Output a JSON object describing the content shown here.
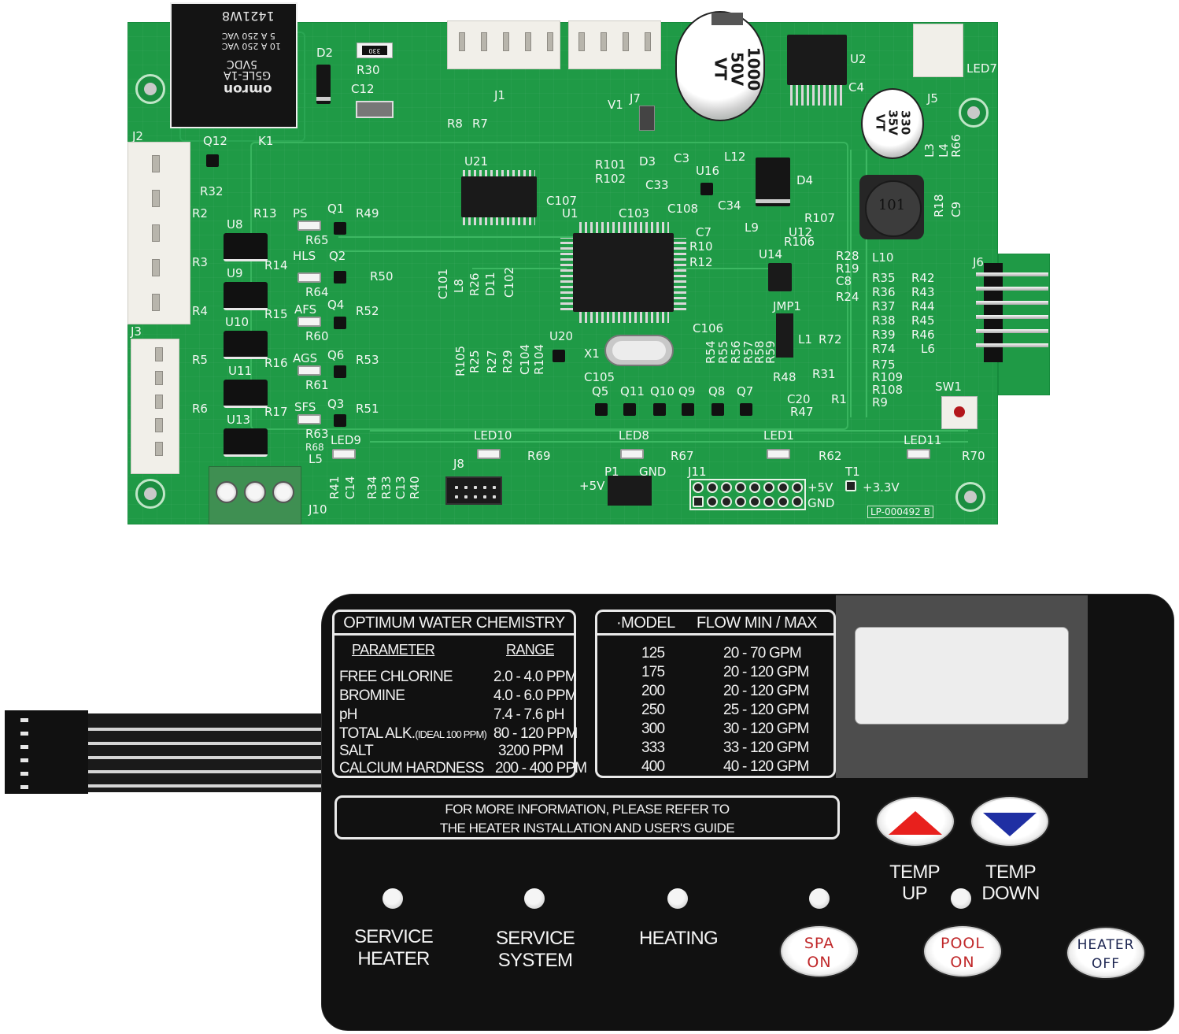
{
  "scene": {
    "description": "Pool heater control PCB and membrane keypad overlay",
    "colors": {
      "pcb_green": "#1f9a46",
      "keypad_black": "#111111",
      "up_arrow_red": "#e8201d",
      "down_arrow_blue": "#1f2fa3",
      "spa_pool_text_red": "#c0282a",
      "heater_off_text_navy": "#1b2450"
    }
  },
  "pcb": {
    "relay": {
      "brand": "omron",
      "model": "G5LE-1A",
      "coil": "5VDC",
      "rating_1": "10 A 250 VAC",
      "rating_2": "5 A 250 VAC",
      "date_code": "1421W8"
    },
    "resistor_r30_marking": "330",
    "cap_large": {
      "value": "1000",
      "voltage": "50V",
      "series": "VT"
    },
    "cap_small": {
      "value": "330",
      "voltage": "35V",
      "series": "VT"
    },
    "inductor_marking": "101",
    "board_id": "LP-000492 B",
    "labels": {
      "K1": "K1",
      "D2": "D2",
      "R30": "R30",
      "C12": "C12",
      "Q12": "Q12",
      "J2": "J2",
      "R32": "R32",
      "J1": "J1",
      "R8": "R8",
      "R7": "R7",
      "V1": "V1",
      "J7": "J7",
      "U2": "U2",
      "C4": "C4",
      "LED7": "LED7",
      "J5": "J5",
      "L3": "L3",
      "L4": "L4",
      "R66": "R66",
      "D3": "D3",
      "C3": "C3",
      "L12": "L12",
      "U16": "U16",
      "D4": "D4",
      "U21": "U21",
      "R101": "R101",
      "R102": "R102",
      "C107": "C107",
      "U1": "U1",
      "C33": "C33",
      "C108": "C108",
      "C34": "C34",
      "C103": "C103",
      "R18": "R18",
      "C9": "C9",
      "R107": "R107",
      "R106": "R106",
      "L9": "L9",
      "U12": "U12",
      "L10": "L10",
      "C7": "C7",
      "R10": "R10",
      "R12": "R12",
      "U14": "U14",
      "R28": "R28",
      "R19": "R19",
      "C8": "C8",
      "R24": "R24",
      "JMP1": "JMP1",
      "L1": "L1",
      "R72": "R72",
      "J6": "J6",
      "R2": "R2",
      "R13": "R13",
      "U8": "U8",
      "R3": "R3",
      "R14": "R14",
      "U9": "U9",
      "R4": "R4",
      "R15": "R15",
      "U10": "U10",
      "R5": "R5",
      "R16": "R16",
      "U11": "U11",
      "R6": "R6",
      "R17": "R17",
      "U13": "U13",
      "J3": "J3",
      "PS": "PS",
      "Q1": "Q1",
      "R49": "R49",
      "R65": "R65",
      "HLS": "HLS",
      "Q2": "Q2",
      "R50": "R50",
      "R64": "R64",
      "AFS": "AFS",
      "Q4": "Q4",
      "R52": "R52",
      "R60": "R60",
      "AGS": "AGS",
      "Q6": "Q6",
      "R53": "R53",
      "R61": "R61",
      "SFS": "SFS",
      "Q3": "Q3",
      "R51": "R51",
      "R63": "R63",
      "R68": "R68",
      "L5": "L5",
      "LED9": "LED9",
      "C101": "C101",
      "L8": "L8",
      "R26": "R26",
      "D11": "D11",
      "C102": "C102",
      "R105": "R105",
      "R25": "R25",
      "R27": "R27",
      "R29": "R29",
      "C104": "C104",
      "R104": "R104",
      "U20": "U20",
      "X1": "X1",
      "C105": "C105",
      "C106": "C106",
      "R54": "R54",
      "R55": "R55",
      "R56": "R56",
      "R57": "R57",
      "R58": "R58",
      "R59": "R59",
      "Q5": "Q5",
      "Q11": "Q11",
      "Q10": "Q10",
      "Q9": "Q9",
      "Q8": "Q8",
      "Q7": "Q7",
      "R48": "R48",
      "C20": "C20",
      "R47": "R47",
      "R31": "R31",
      "R1": "R1",
      "R9": "R9",
      "R35": "R35",
      "R42": "R42",
      "R36": "R36",
      "R43": "R43",
      "R37": "R37",
      "R44": "R44",
      "R38": "R38",
      "R45": "R45",
      "R39": "R39",
      "R46": "R46",
      "R74": "R74",
      "L6": "L6",
      "R75": "R75",
      "R109": "R109",
      "R108": "R108",
      "SW1": "SW1",
      "LED10": "LED10",
      "R69": "R69",
      "LED8": "LED8",
      "R67": "R67",
      "LED1": "LED1",
      "R62": "R62",
      "LED11": "LED11",
      "R70": "R70",
      "R41": "R41",
      "C14": "C14",
      "R34": "R34",
      "R33": "R33",
      "C13": "C13",
      "R40": "R40",
      "J8": "J8",
      "J10": "J10",
      "P1": "P1",
      "GND_P1": "GND",
      "P5V": "+5V",
      "J11": "J11",
      "J11_5V": "+5V",
      "J11_GND": "GND",
      "T1": "T1",
      "T1_V": "+3.3V"
    }
  },
  "keypad": {
    "chemistry": {
      "title": "OPTIMUM WATER CHEMISTRY",
      "col_parameter": "PARAMETER",
      "col_range": "RANGE",
      "rows": [
        {
          "parameter": "FREE CHLORINE",
          "note": "",
          "range": "2.0 - 4.0 PPM"
        },
        {
          "parameter": "BROMINE",
          "note": "",
          "range": "4.0 - 6.0 PPM"
        },
        {
          "parameter": "pH",
          "note": "",
          "range": "7.4 - 7.6 pH"
        },
        {
          "parameter": "TOTAL ALK.",
          "note": "(IDEAL 100 PPM)",
          "range": "80 - 120 PPM"
        },
        {
          "parameter": "SALT",
          "note": "",
          "range": "3200 PPM"
        },
        {
          "parameter": "CALCIUM HARDNESS",
          "note": "",
          "range": "200 - 400 PPM"
        }
      ]
    },
    "flow": {
      "col_model": "·MODEL",
      "col_flow": "FLOW MIN / MAX",
      "rows": [
        {
          "model": "125",
          "flow": "20 - 70 GPM"
        },
        {
          "model": "175",
          "flow": "20 - 120 GPM"
        },
        {
          "model": "200",
          "flow": "20 - 120 GPM"
        },
        {
          "model": "250",
          "flow": "25 - 120 GPM"
        },
        {
          "model": "300",
          "flow": "30 - 120 GPM"
        },
        {
          "model": "333",
          "flow": "33 - 120 GPM"
        },
        {
          "model": "400",
          "flow": "40 - 120 GPM"
        }
      ]
    },
    "note": {
      "line1": "FOR MORE INFORMATION, PLEASE REFER TO",
      "line2": "THE HEATER INSTALLATION AND USER'S GUIDE"
    },
    "indicators": {
      "service_heater": "SERVICE\nHEATER",
      "service_system": "SERVICE\nSYSTEM",
      "heating": "HEATING"
    },
    "buttons": {
      "temp_up_label": "TEMP\nUP",
      "temp_down_label": "TEMP\nDOWN",
      "spa_on": "SPA\nON",
      "pool_on": "POOL\nON",
      "heater_off": "HEATER\nOFF"
    }
  }
}
